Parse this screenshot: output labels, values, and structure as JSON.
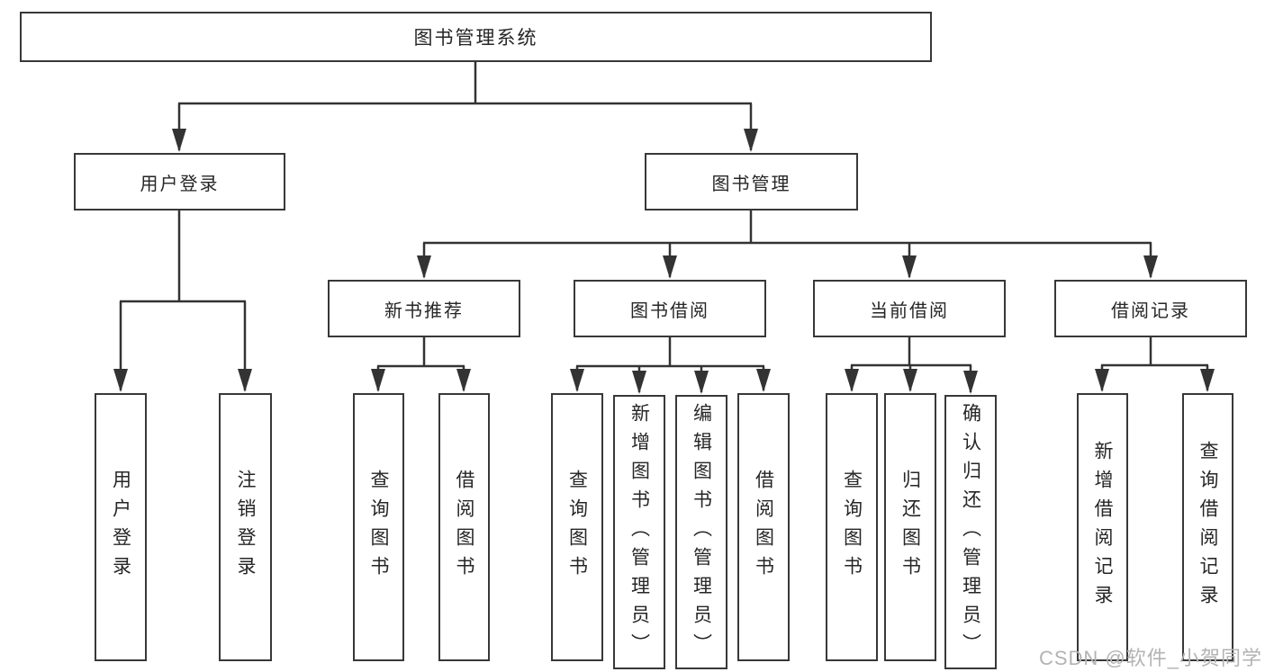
{
  "tree": {
    "label": "图书管理系统",
    "children": [
      {
        "label": "用户登录",
        "children": [
          {
            "label": "用户登录"
          },
          {
            "label": "注销登录"
          }
        ]
      },
      {
        "label": "图书管理",
        "children": [
          {
            "label": "新书推荐",
            "children": [
              {
                "label": "查询图书"
              },
              {
                "label": "借阅图书"
              }
            ]
          },
          {
            "label": "图书借阅",
            "children": [
              {
                "label": "查询图书"
              },
              {
                "label": "新增图书（管理员）"
              },
              {
                "label": "编辑图书（管理员）"
              },
              {
                "label": "借阅图书"
              }
            ]
          },
          {
            "label": "当前借阅",
            "children": [
              {
                "label": "查询图书"
              },
              {
                "label": "归还图书"
              },
              {
                "label": "确认归还（管理员）"
              }
            ]
          },
          {
            "label": "借阅记录",
            "children": [
              {
                "label": "新增借阅记录"
              },
              {
                "label": "查询借阅记录"
              }
            ]
          }
        ]
      }
    ]
  },
  "watermark": "CSDN @软件_小贺同学",
  "colors": {
    "line": "#333333",
    "box_border": "#383838",
    "text": "#262626",
    "watermark": "#b3b3b3",
    "background": "#ffffff"
  }
}
